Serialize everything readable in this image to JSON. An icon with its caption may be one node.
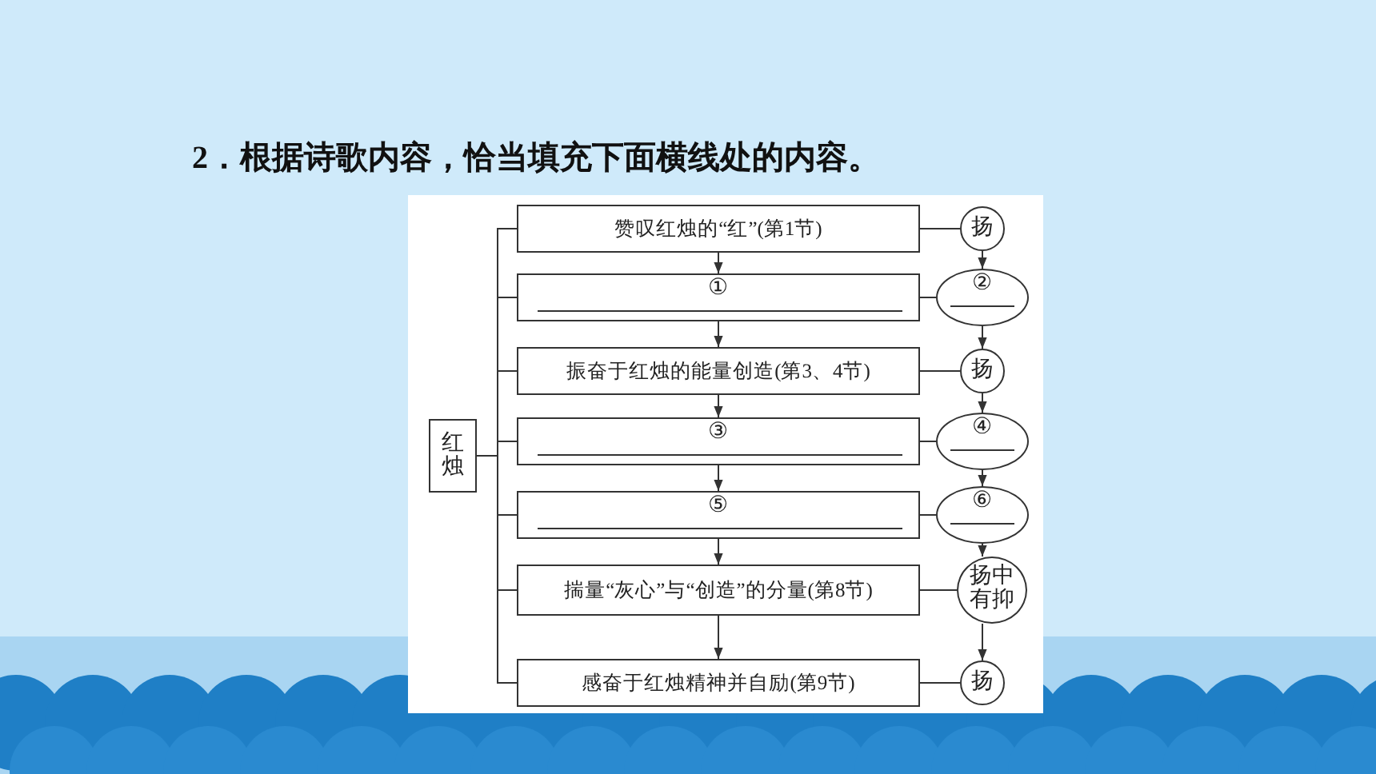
{
  "diagram": {
    "nodes": [
      {
        "text": [
          "红烛"
        ]
      },
      {
        "text": [
          "赞叹红烛的“红”(第1节)"
        ]
      },
      {
        "text": [
          "扬"
        ]
      },
      {
        "text": [
          "①"
        ]
      },
      {
        "text": [
          "②"
        ]
      },
      {
        "text": [
          "振奋于红烛的能量创造(第3、4节)"
        ]
      },
      {
        "text": [
          "扬"
        ]
      },
      {
        "text": [
          "③"
        ]
      },
      {
        "text": [
          "④"
        ]
      },
      {
        "text": [
          "⑤"
        ]
      },
      {
        "text": [
          "⑥"
        ]
      },
      {
        "text": [
          "揣量“灰心”与“创造”的分量(第8节)"
        ]
      },
      {
        "text": [
          "扬中有抑"
        ]
      },
      {
        "text": [
          "感奋于红烛精神并自励(第9节)"
        ]
      },
      {
        "text": [
          "扬"
        ]
      }
    ],
    "edges": [
      {
        "from": 0,
        "to": 1,
        "arrow": "none"
      },
      {
        "from": 0,
        "to": 3,
        "arrow": "none"
      },
      {
        "from": 0,
        "to": 5,
        "arrow": "none"
      },
      {
        "from": 0,
        "to": 7,
        "arrow": "none"
      },
      {
        "from": 0,
        "to": 9,
        "arrow": "none"
      },
      {
        "from": 0,
        "to": 11,
        "arrow": "none"
      },
      {
        "from": 0,
        "to": 13,
        "arrow": "none"
      },
      {
        "from": 1,
        "to": 3,
        "arrow": "to"
      },
      {
        "from": 3,
        "to": 5,
        "arrow": "to"
      },
      {
        "from": 5,
        "to": 7,
        "arrow": "to"
      },
      {
        "from": 7,
        "to": 9,
        "arrow": "to"
      },
      {
        "from": 9,
        "to": 11,
        "arrow": "to"
      },
      {
        "from": 11,
        "to": 13,
        "arrow": "to"
      },
      {
        "from": 1,
        "to": 2,
        "arrow": "none"
      },
      {
        "from": 3,
        "to": 4,
        "arrow": "none"
      },
      {
        "from": 5,
        "to": 6,
        "arrow": "none"
      },
      {
        "from": 7,
        "to": 8,
        "arrow": "none"
      },
      {
        "from": 9,
        "to": 10,
        "arrow": "none"
      },
      {
        "from": 11,
        "to": 12,
        "arrow": "none"
      },
      {
        "from": 13,
        "to": 14,
        "arrow": "none"
      },
      {
        "from": 2,
        "to": 4,
        "arrow": "to"
      },
      {
        "from": 4,
        "to": 6,
        "arrow": "to"
      },
      {
        "from": 6,
        "to": 8,
        "arrow": "to"
      },
      {
        "from": 8,
        "to": 10,
        "arrow": "to"
      },
      {
        "from": 10,
        "to": 12,
        "arrow": "to"
      },
      {
        "from": 12,
        "to": 14,
        "arrow": "to"
      }
    ],
    "labels": [
      "2．根据诗歌内容，恰当填充下面横线处的内容。"
    ]
  }
}
